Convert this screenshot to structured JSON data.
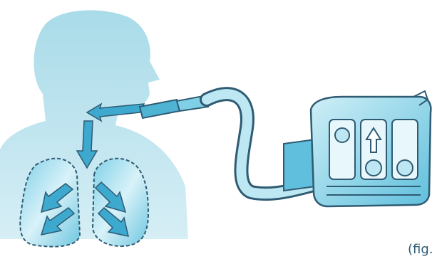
{
  "illustration": {
    "subject": "patient",
    "device": "mechanical-ventilator",
    "airflow_direction": "ventilator-to-lungs"
  },
  "caption": "(fig."
}
